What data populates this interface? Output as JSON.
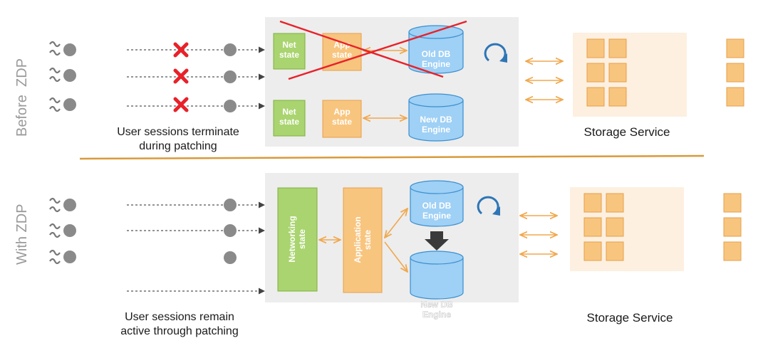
{
  "sections": {
    "before": {
      "label": "Before  ZDP",
      "caption_line1": "User sessions terminate",
      "caption_line2": "during patching",
      "net_state": "Net\nstate",
      "app_state": "App\nstate",
      "old_engine": "Old DB\nEngine",
      "new_engine": "New DB\nEngine",
      "storage": "Storage Service"
    },
    "with": {
      "label": "With ZDP",
      "caption_line1": "User sessions remain",
      "caption_line2": "active through patching",
      "networking_state": "Networking\nstate",
      "application_state": "Application\nstate",
      "old_engine": "Old DB\nEngine",
      "new_engine": "New DB\nEngine",
      "storage": "Storage Service"
    }
  },
  "colors": {
    "green": "#a9d46f",
    "green_border": "#7fb13f",
    "orange": "#f8c57f",
    "orange_border": "#e6a04a",
    "blue": "#9fd0f5",
    "blue_border": "#3a8fcf",
    "cross": "#e8212a",
    "storage_bg": "#fdf0e0",
    "separator": "#d99a3a"
  }
}
